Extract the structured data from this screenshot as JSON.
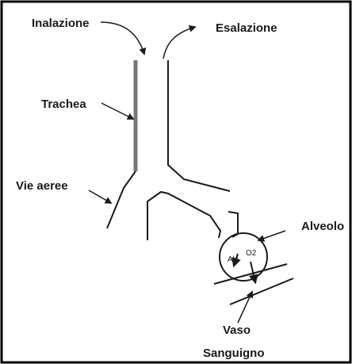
{
  "labels": {
    "inhalation": "Inalazione",
    "exhalation": "Esalazione",
    "trachea": "Trachea",
    "airways": "Vie aeree",
    "alveolus": "Alveolo",
    "blood_vessel_line1": "Vaso",
    "blood_vessel_line2": "Sanguigno",
    "alc": "Alc",
    "o2": "O2"
  },
  "colors": {
    "line": "#1a1a1a",
    "trachea_wall": "#777777",
    "frame": "#000000",
    "background": "#ffffff"
  }
}
